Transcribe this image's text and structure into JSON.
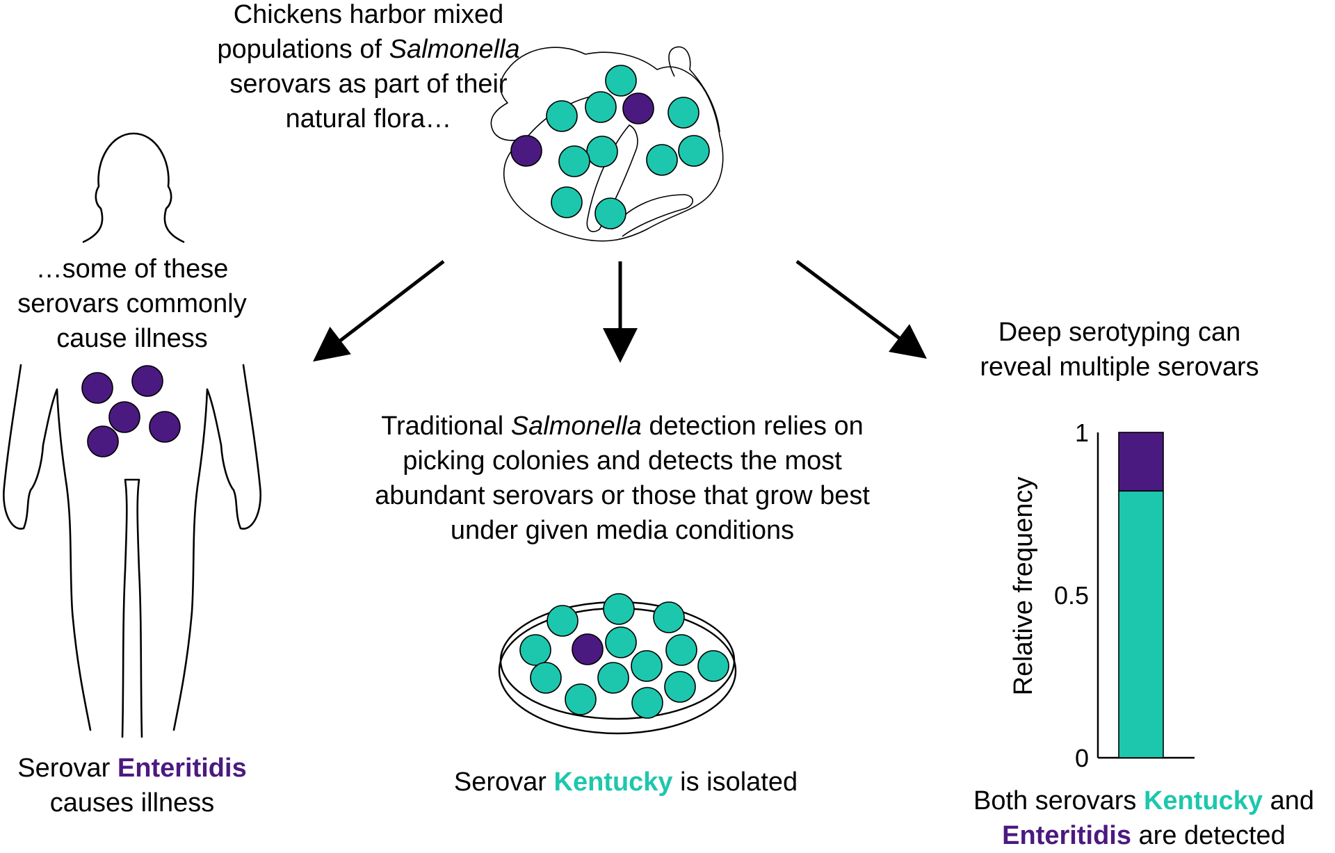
{
  "colors": {
    "kentucky": "#1dc7ad",
    "enteritidis": "#4b1a80",
    "line": "#000000"
  },
  "chicken_caption": {
    "line1": "Chickens harbor mixed",
    "line2_pre": "populations of ",
    "line2_italic": "Salmonella",
    "line3": "serovars as part of their",
    "line4": "natural flora…"
  },
  "human_caption": {
    "line1": "…some of these",
    "line2": "serovars commonly",
    "line3": "cause illness"
  },
  "human_result": {
    "pre": "Serovar ",
    "serovar": "Enteritidis",
    "line2": "causes illness"
  },
  "traditional_caption": {
    "line1_pre": "Traditional ",
    "line1_italic": "Salmonella",
    "line1_post": " detection relies on",
    "line2": "picking colonies and detects the most",
    "line3": "abundant serovars or those that grow best",
    "line4": "under given media conditions"
  },
  "traditional_result": {
    "pre": "Serovar ",
    "serovar": "Kentucky",
    "post": " is isolated"
  },
  "deep_caption": {
    "line1": "Deep serotyping can",
    "line2": "reveal multiple serovars"
  },
  "deep_result": {
    "line1_pre": "Both serovars ",
    "line1_serovar": "Kentucky",
    "line1_post": " and",
    "line2_serovar": "Enteritidis",
    "line2_post": " are detected"
  },
  "chart_data": {
    "type": "bar",
    "stacked": true,
    "categories": [
      ""
    ],
    "series": [
      {
        "name": "Kentucky",
        "values": [
          0.82
        ],
        "color": "#1dc7ad"
      },
      {
        "name": "Enteritidis",
        "values": [
          0.18
        ],
        "color": "#4b1a80"
      }
    ],
    "ylabel": "Relative frequency",
    "yticks": [
      "0",
      "0.5",
      "1"
    ],
    "ylim": [
      0,
      1
    ]
  }
}
